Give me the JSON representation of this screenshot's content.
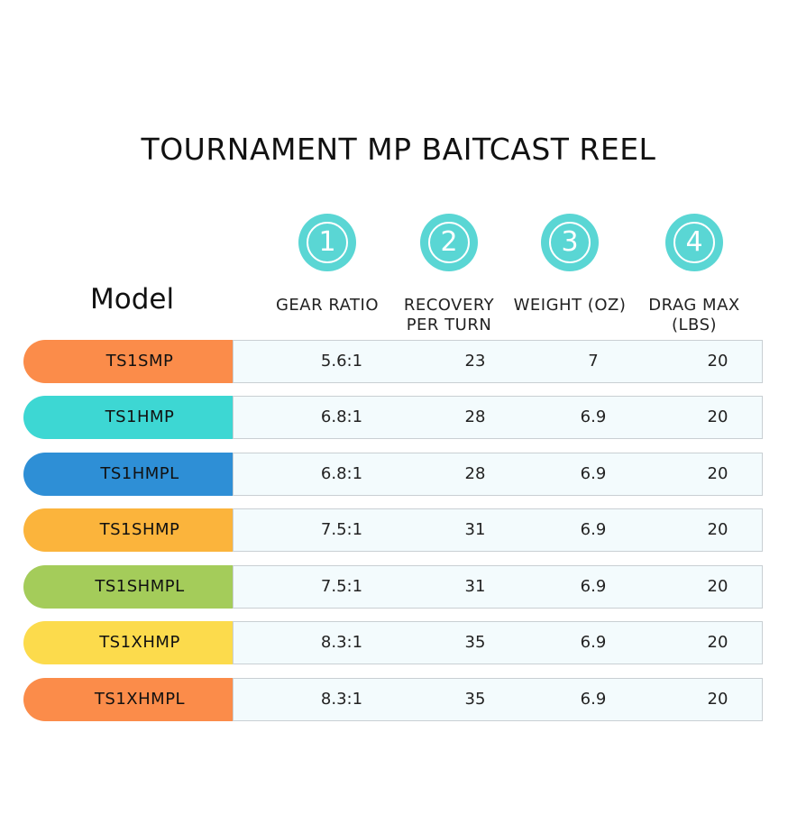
{
  "title": "TOURNAMENT MP BAITCAST REEL",
  "model_label": "Model",
  "columns": [
    {
      "number": "1",
      "label": "GEAR RATIO",
      "label2": ""
    },
    {
      "number": "2",
      "label": "RECOVERY",
      "label2": "PER TURN"
    },
    {
      "number": "3",
      "label": "WEIGHT (OZ)",
      "label2": ""
    },
    {
      "number": "4",
      "label": "DRAG MAX",
      "label2": "(LBS)"
    }
  ],
  "accent_color": "#5ad6d4",
  "rows": [
    {
      "model": "TS1SMP",
      "color": "#fb8c4a",
      "gear_ratio": "5.6:1",
      "recovery": "23",
      "weight": "7",
      "drag": "20"
    },
    {
      "model": "TS1HMP",
      "color": "#3dd7d3",
      "gear_ratio": "6.8:1",
      "recovery": "28",
      "weight": "6.9",
      "drag": "20"
    },
    {
      "model": "TS1HMPL",
      "color": "#2e8fd6",
      "gear_ratio": "6.8:1",
      "recovery": "28",
      "weight": "6.9",
      "drag": "20"
    },
    {
      "model": "TS1SHMP",
      "color": "#fbb43c",
      "gear_ratio": "7.5:1",
      "recovery": "31",
      "weight": "6.9",
      "drag": "20"
    },
    {
      "model": "TS1SHMPL",
      "color": "#a4cc5a",
      "gear_ratio": "7.5:1",
      "recovery": "31",
      "weight": "6.9",
      "drag": "20"
    },
    {
      "model": "TS1XHMP",
      "color": "#fcdb4c",
      "gear_ratio": "8.3:1",
      "recovery": "35",
      "weight": "6.9",
      "drag": "20"
    },
    {
      "model": "TS1XHMPL",
      "color": "#fb8c4a",
      "gear_ratio": "8.3:1",
      "recovery": "35",
      "weight": "6.9",
      "drag": "20"
    }
  ]
}
